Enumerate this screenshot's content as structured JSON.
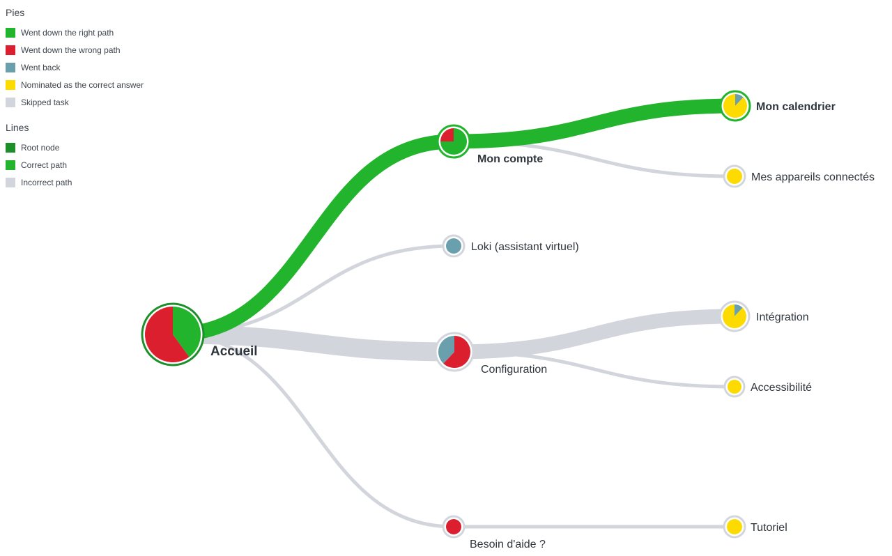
{
  "legend": {
    "pies": {
      "title": "Pies",
      "items": [
        {
          "label": "Went down the right path",
          "color": "#23b42e"
        },
        {
          "label": "Went down the wrong path",
          "color": "#dc1f2e"
        },
        {
          "label": "Went back",
          "color": "#6a9fae"
        },
        {
          "label": "Nominated as the correct answer",
          "color": "#fddb00"
        },
        {
          "label": "Skipped task",
          "color": "#d2d6dc"
        }
      ]
    },
    "lines": {
      "title": "Lines",
      "items": [
        {
          "label": "Root node",
          "color": "#1c8f2a"
        },
        {
          "label": "Correct path",
          "color": "#23b42e"
        },
        {
          "label": "Incorrect path",
          "color": "#d2d6dc"
        }
      ]
    }
  },
  "colors": {
    "right": "#23b42e",
    "wrong": "#dc1f2e",
    "back": "#6a9fae",
    "nominated": "#fddb00",
    "skipped": "#d2d6dc",
    "root_ring": "#1c8f2a",
    "correct_line": "#23b42e",
    "incorrect_line": "#d2d6dc"
  },
  "tree": {
    "nodes": [
      {
        "id": "accueil",
        "label": "Accueil",
        "emphasis": true,
        "ring": "root",
        "pie": {
          "right": 0.4,
          "wrong": 0.6
        }
      },
      {
        "id": "mon-compte",
        "label": "Mon compte",
        "emphasis": true,
        "ring": "correct",
        "pie": {
          "right": 0.75,
          "wrong": 0.25
        }
      },
      {
        "id": "loki",
        "label": "Loki (assistant virtuel)",
        "emphasis": false,
        "ring": "incorrect",
        "pie": {
          "back": 1.0
        }
      },
      {
        "id": "configuration",
        "label": "Configuration",
        "emphasis": false,
        "ring": "incorrect",
        "pie": {
          "wrong": 0.62,
          "back": 0.38
        }
      },
      {
        "id": "besoin-aide",
        "label": "Besoin d'aide ?",
        "emphasis": false,
        "ring": "incorrect",
        "pie": {
          "wrong": 1.0
        }
      },
      {
        "id": "mon-calendrier",
        "label": "Mon calendrier",
        "emphasis": true,
        "ring": "correct",
        "pie": {
          "back": 0.12,
          "nominated": 0.88
        }
      },
      {
        "id": "mes-appareils",
        "label": "Mes appareils connectés",
        "emphasis": false,
        "ring": "incorrect",
        "pie": {
          "nominated": 1.0
        }
      },
      {
        "id": "integration",
        "label": "Intégration",
        "emphasis": false,
        "ring": "incorrect",
        "pie": {
          "back": 0.12,
          "nominated": 0.88
        }
      },
      {
        "id": "accessibilite",
        "label": "Accessibilité",
        "emphasis": false,
        "ring": "incorrect",
        "pie": {
          "nominated": 1.0
        }
      },
      {
        "id": "tutoriel",
        "label": "Tutoriel",
        "emphasis": false,
        "ring": "incorrect",
        "pie": {
          "nominated": 1.0
        }
      }
    ],
    "links": [
      {
        "from": "accueil",
        "to": "mon-compte",
        "type": "correct",
        "weight": 0.35
      },
      {
        "from": "accueil",
        "to": "loki",
        "type": "incorrect",
        "weight": 0.03
      },
      {
        "from": "accueil",
        "to": "configuration",
        "type": "incorrect",
        "weight": 0.45
      },
      {
        "from": "accueil",
        "to": "besoin-aide",
        "type": "incorrect",
        "weight": 0.03
      },
      {
        "from": "mon-compte",
        "to": "mon-calendrier",
        "type": "correct",
        "weight": 0.35
      },
      {
        "from": "mon-compte",
        "to": "mes-appareils",
        "type": "incorrect",
        "weight": 0.03
      },
      {
        "from": "configuration",
        "to": "integration",
        "type": "incorrect",
        "weight": 0.35
      },
      {
        "from": "configuration",
        "to": "accessibilite",
        "type": "incorrect",
        "weight": 0.03
      },
      {
        "from": "besoin-aide",
        "to": "tutoriel",
        "type": "incorrect",
        "weight": 0.03
      }
    ]
  }
}
